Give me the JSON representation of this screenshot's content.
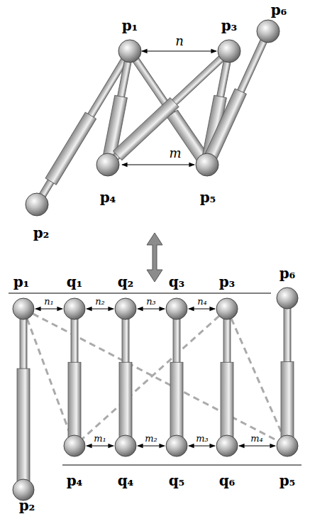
{
  "diagram": {
    "labels": [
      "p₁",
      "n",
      "p₃",
      "p₆",
      "m",
      "p₄",
      "p₅",
      "p₂",
      "p₁",
      "q₁",
      "q₂",
      "q₃",
      "p₃",
      "p₆",
      "n₁",
      "n₂",
      "n₃",
      "n₄",
      "m₁",
      "m₂",
      "m₃",
      "m₄",
      "p₄",
      "q₄",
      "q₅",
      "q₆",
      "p₅",
      "p₂"
    ]
  }
}
